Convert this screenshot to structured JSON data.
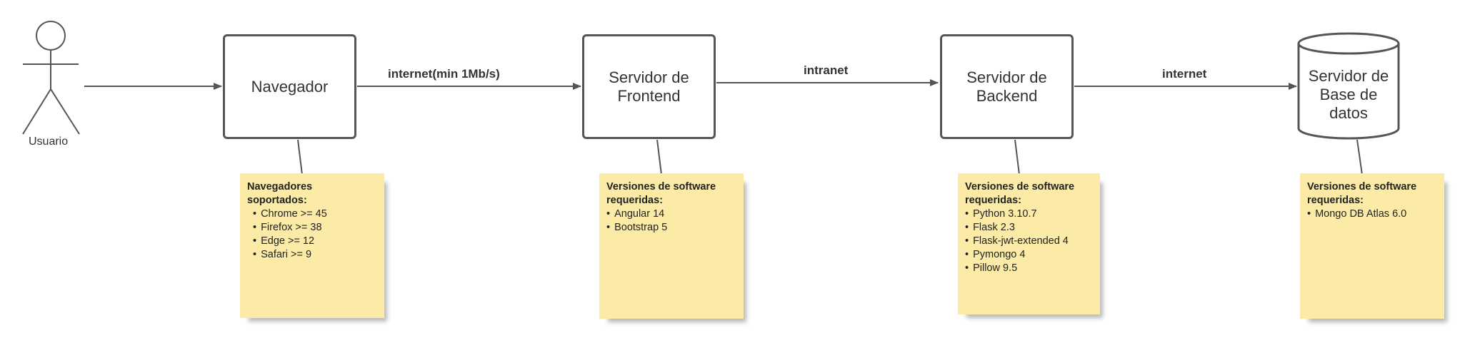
{
  "actor": {
    "label": "Usuario"
  },
  "nodes": {
    "browser": "Navegador",
    "frontend": "Servidor de Frontend",
    "backend": "Servidor de Backend",
    "database": "Servidor de Base de datos"
  },
  "edges": {
    "browser_frontend": "internet(min 1Mb/s)",
    "frontend_backend": "intranet",
    "backend_database": "internet"
  },
  "notes": {
    "browser": {
      "title": "Navegadores\nsoportados:",
      "items": [
        "Chrome >= 45",
        "Firefox >= 38",
        "Edge >= 12",
        "Safari >= 9"
      ]
    },
    "frontend": {
      "title": "Versiones de software\nrequeridas:",
      "items": [
        "Angular 14",
        "Bootstrap 5"
      ]
    },
    "backend": {
      "title": "Versiones de software\nrequeridas:",
      "items": [
        "Python 3.10.7",
        "Flask 2.3",
        "Flask-jwt-extended 4",
        "Pymongo 4",
        "Pillow 9.5"
      ]
    },
    "database": {
      "title": "Versiones de software\nrequeridas:",
      "items": [
        "Mongo DB Atlas 6.0"
      ]
    }
  },
  "colors": {
    "stroke": "#555555",
    "note": "#fbeba6"
  }
}
